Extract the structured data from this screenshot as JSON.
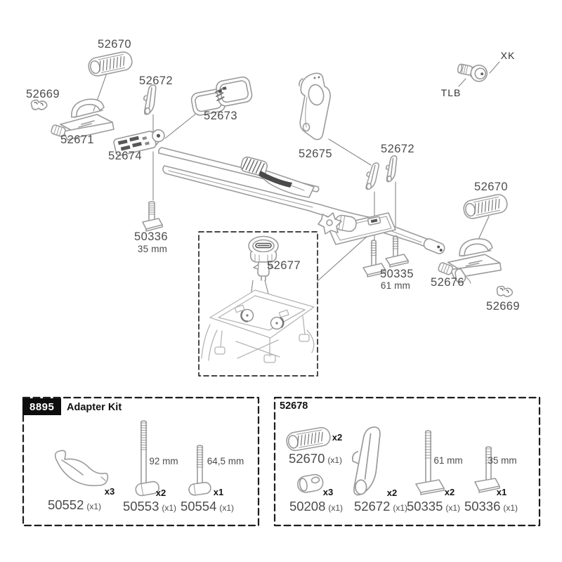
{
  "callouts": {
    "part_52670_left": "52670",
    "part_52669_left": "52669",
    "part_52672_top": "52672",
    "part_52673": "52673",
    "part_52671": "52671",
    "part_52674": "52674",
    "part_52675": "52675",
    "part_52672_right": "52672",
    "part_xk": "XK",
    "part_tlb": "TLB",
    "part_52670_right": "52670",
    "part_50336": "50336",
    "part_50336_dim": "35 mm",
    "part_52677": "52677",
    "part_50335": "50335",
    "part_50335_dim": "61 mm",
    "part_52676": "52676",
    "part_52669_right": "52669"
  },
  "kit_8895": {
    "badge": "8895",
    "title": "Adapter Kit",
    "items": [
      {
        "part": "50552",
        "per": "(x1)",
        "qty": "x3"
      },
      {
        "part": "50553",
        "per": "(x1)",
        "qty": "x2",
        "dim": "92 mm"
      },
      {
        "part": "50554",
        "per": "(x1)",
        "qty": "x1",
        "dim": "64,5 mm"
      }
    ]
  },
  "kit_52678": {
    "title": "52678",
    "items": [
      {
        "part": "52670",
        "per": "(x1)",
        "qty": "x2"
      },
      {
        "part": "50208",
        "per": "(x1)",
        "qty": "x3"
      },
      {
        "part": "52672",
        "per": "(x1)",
        "qty": "x2"
      },
      {
        "part": "50335",
        "per": "(x1)",
        "qty": "x2",
        "dim": "61 mm"
      },
      {
        "part": "50336",
        "per": "(x1)",
        "qty": "x1",
        "dim": "35 mm"
      }
    ]
  },
  "colors": {
    "line": "#9b9b9b",
    "label": "#4c4c4c",
    "dark": "#0d0d0d"
  }
}
